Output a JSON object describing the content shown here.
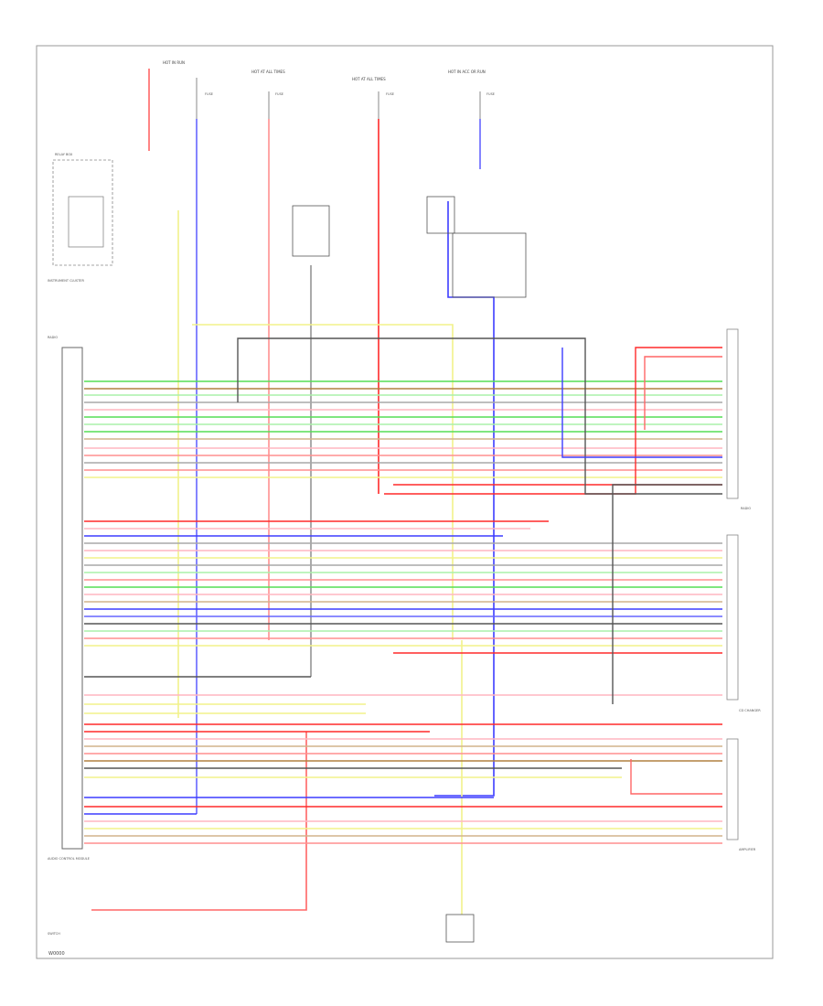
{
  "colors": {
    "red": "#ff2a2a",
    "pink": "#ffb6c1",
    "blue": "#3d3dff",
    "yellow": "#f2f28a",
    "green": "#55dd55",
    "lightgreen": "#aaf0aa",
    "gray": "#a8a8a8",
    "darkgray": "#444444",
    "tan": "#d2b48c",
    "brown": "#b08040",
    "black": "#222222"
  },
  "top_labels": {
    "hot_run": "HOT IN RUN",
    "hot_acc": "HOT AT ALL TIMES",
    "hot_all": "HOT AT ALL TIMES",
    "hot_right": "HOT IN ACC OR RUN",
    "fuse1": "FUSE",
    "fuse2": "FUSE",
    "fuse3": "FUSE",
    "fuse4": "FUSE"
  },
  "left_labels": {
    "relay_box": "RELAY BOX",
    "instrument_cluster": "INSTRUMENT CLUSTER",
    "radio": "RADIO",
    "bottom_module": "AUDIO CONTROL MODULE",
    "bottom_switch": "SWITCH"
  },
  "right_labels": {
    "conn1": "RADIO",
    "conn2": "CD CHANGER",
    "conn3": "AMPLIFIER"
  },
  "footer": "W0000"
}
